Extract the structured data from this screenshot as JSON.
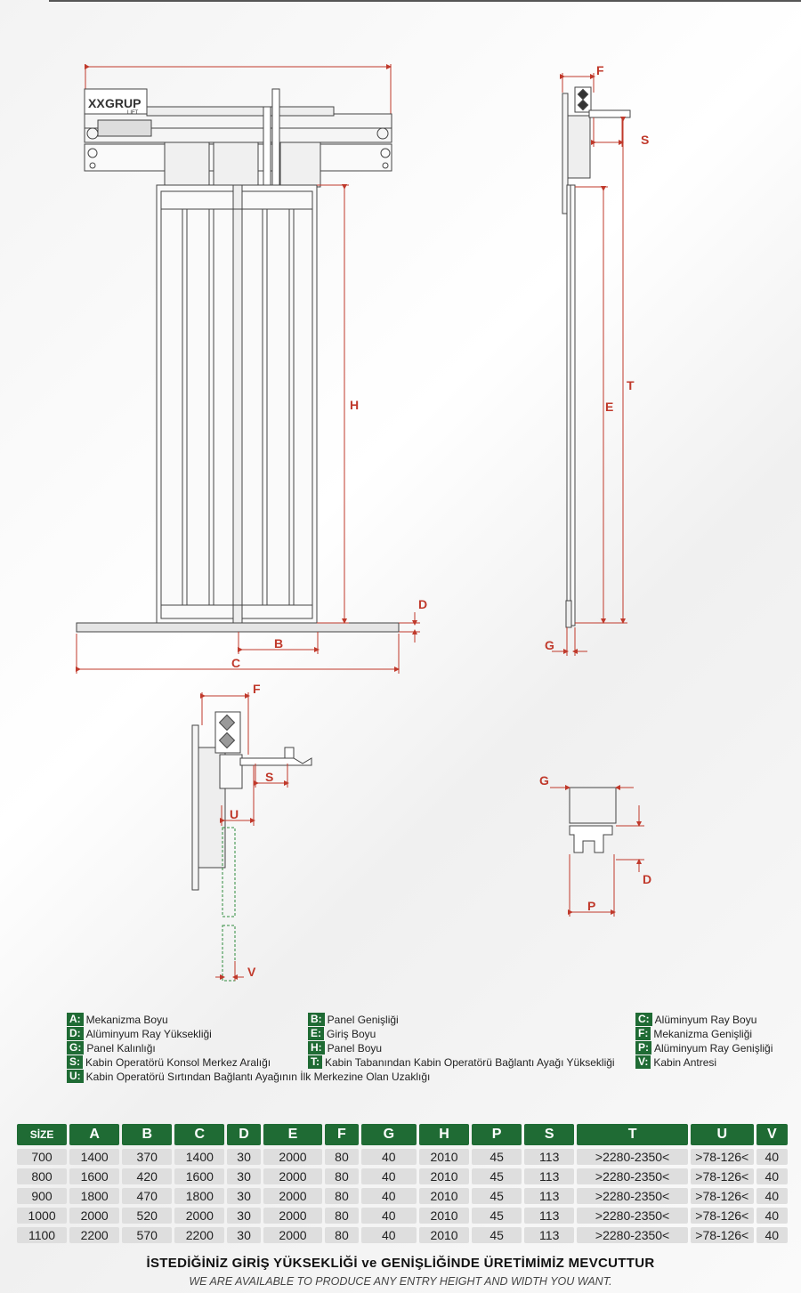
{
  "logo": {
    "text1": "GRUP",
    "text2": "LIFT"
  },
  "dims": {
    "a": "",
    "b": "B",
    "c": "C",
    "d": "D",
    "e": "E",
    "f": "F",
    "g": "G",
    "h": "H",
    "p": "P",
    "s": "S",
    "t": "T",
    "u": "U",
    "v": "V"
  },
  "legend": [
    {
      "key": "A:",
      "text": "Mekanizma Boyu"
    },
    {
      "key": "B:",
      "text": "Panel Genişliği"
    },
    {
      "key": "C:",
      "text": "Alüminyum Ray Boyu"
    },
    {
      "key": "D:",
      "text": "Alüminyum Ray Yüksekliği"
    },
    {
      "key": "E:",
      "text": "Giriş Boyu"
    },
    {
      "key": "F:",
      "text": "Mekanizma Genişliği"
    },
    {
      "key": "G:",
      "text": "Panel Kalınlığı"
    },
    {
      "key": "H:",
      "text": "Panel Boyu"
    },
    {
      "key": "P:",
      "text": "Alüminyum Ray Genişliği"
    },
    {
      "key": "S:",
      "text": "Kabin Operatörü Konsol Merkez Aralığı"
    },
    {
      "key": "T:",
      "text": "Kabin Tabanından Kabin Operatörü Bağlantı Ayağı Yüksekliği"
    },
    {
      "key": "V:",
      "text": "Kabin Antresi"
    },
    {
      "key": "U:",
      "text": "Kabin Operatörü Sırtından Bağlantı Ayağının İlk Merkezine Olan Uzaklığı"
    }
  ],
  "table": {
    "headers": [
      "SİZE",
      "A",
      "B",
      "C",
      "D",
      "E",
      "F",
      "G",
      "H",
      "P",
      "S",
      "T",
      "U",
      "V"
    ],
    "rows": [
      [
        "700",
        "1400",
        "370",
        "1400",
        "30",
        "2000",
        "80",
        "40",
        "2010",
        "45",
        "113",
        ">2280-2350<",
        ">78-126<",
        "40"
      ],
      [
        "800",
        "1600",
        "420",
        "1600",
        "30",
        "2000",
        "80",
        "40",
        "2010",
        "45",
        "113",
        ">2280-2350<",
        ">78-126<",
        "40"
      ],
      [
        "900",
        "1800",
        "470",
        "1800",
        "30",
        "2000",
        "80",
        "40",
        "2010",
        "45",
        "113",
        ">2280-2350<",
        ">78-126<",
        "40"
      ],
      [
        "1000",
        "2000",
        "520",
        "2000",
        "30",
        "2000",
        "80",
        "40",
        "2010",
        "45",
        "113",
        ">2280-2350<",
        ">78-126<",
        "40"
      ],
      [
        "1100",
        "2200",
        "570",
        "2200",
        "30",
        "2000",
        "80",
        "40",
        "2010",
        "45",
        "113",
        ">2280-2350<",
        ">78-126<",
        "40"
      ]
    ]
  },
  "footer": {
    "tr": "İSTEDİĞİNİZ GİRİŞ YÜKSEKLİĞİ ve GENİŞLİĞİNDE ÜRETİMİMİZ MEVCUTTUR",
    "en": "WE ARE AVAILABLE TO PRODUCE ANY ENTRY HEIGHT AND WIDTH YOU WANT."
  }
}
